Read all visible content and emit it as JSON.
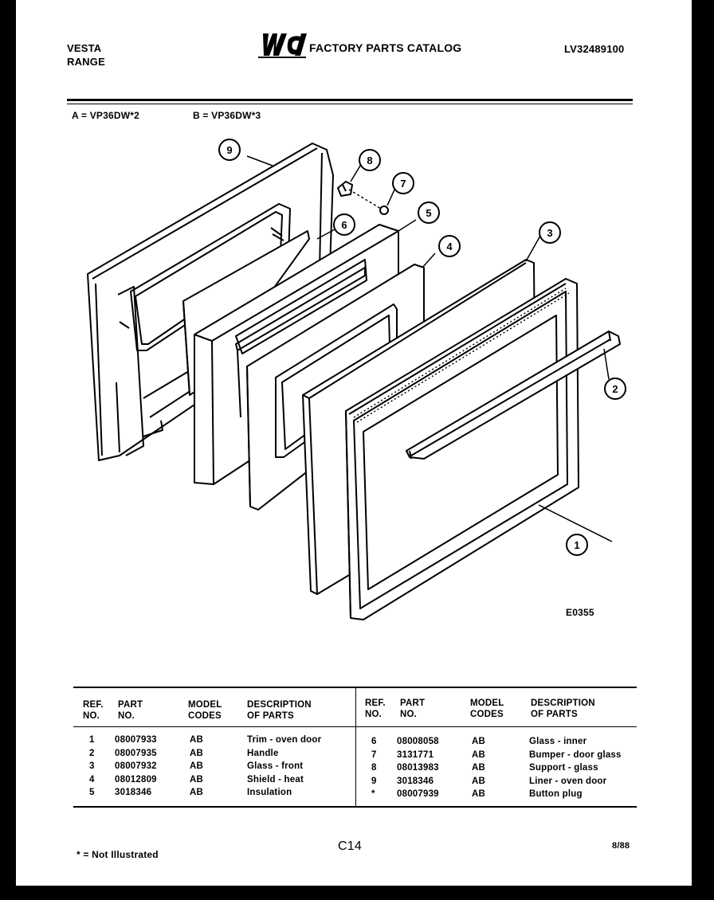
{
  "header": {
    "brand": "VESTA",
    "product": "RANGE",
    "logo": "WCI",
    "title": "FACTORY PARTS CATALOG",
    "catalog_number": "LV32489100"
  },
  "models": {
    "a": "A = VP36DW*2",
    "b": "B = VP36DW*3"
  },
  "diagram": {
    "figure_id": "E0355",
    "callouts": [
      "1",
      "2",
      "3",
      "4",
      "5",
      "6",
      "7",
      "8",
      "9"
    ]
  },
  "table": {
    "headers": {
      "ref": [
        "REF.",
        "NO."
      ],
      "part": [
        "PART",
        "NO."
      ],
      "model": [
        "MODEL",
        "CODES"
      ],
      "desc": [
        "DESCRIPTION",
        "OF PARTS"
      ]
    },
    "left_rows": [
      {
        "ref": "1",
        "part": "08007933",
        "codes": "AB",
        "desc": "Trim - oven door"
      },
      {
        "ref": "2",
        "part": "08007935",
        "codes": "AB",
        "desc": "Handle"
      },
      {
        "ref": "3",
        "part": "08007932",
        "codes": "AB",
        "desc": "Glass - front"
      },
      {
        "ref": "4",
        "part": "08012809",
        "codes": "AB",
        "desc": "Shield - heat"
      },
      {
        "ref": "5",
        "part": "3018346",
        "codes": "AB",
        "desc": "Insulation"
      }
    ],
    "right_rows": [
      {
        "ref": "6",
        "part": "08008058",
        "codes": "AB",
        "desc": "Glass - inner"
      },
      {
        "ref": "7",
        "part": "3131771",
        "codes": "AB",
        "desc": "Bumper - door glass"
      },
      {
        "ref": "8",
        "part": "08013983",
        "codes": "AB",
        "desc": "Support - glass"
      },
      {
        "ref": "9",
        "part": "3018346",
        "codes": "AB",
        "desc": "Liner - oven door"
      },
      {
        "ref": "*",
        "part": "08007939",
        "codes": "AB",
        "desc": "Button plug"
      }
    ]
  },
  "footer": {
    "note": "* = Not Illustrated",
    "page": "C14",
    "date": "8/88"
  }
}
